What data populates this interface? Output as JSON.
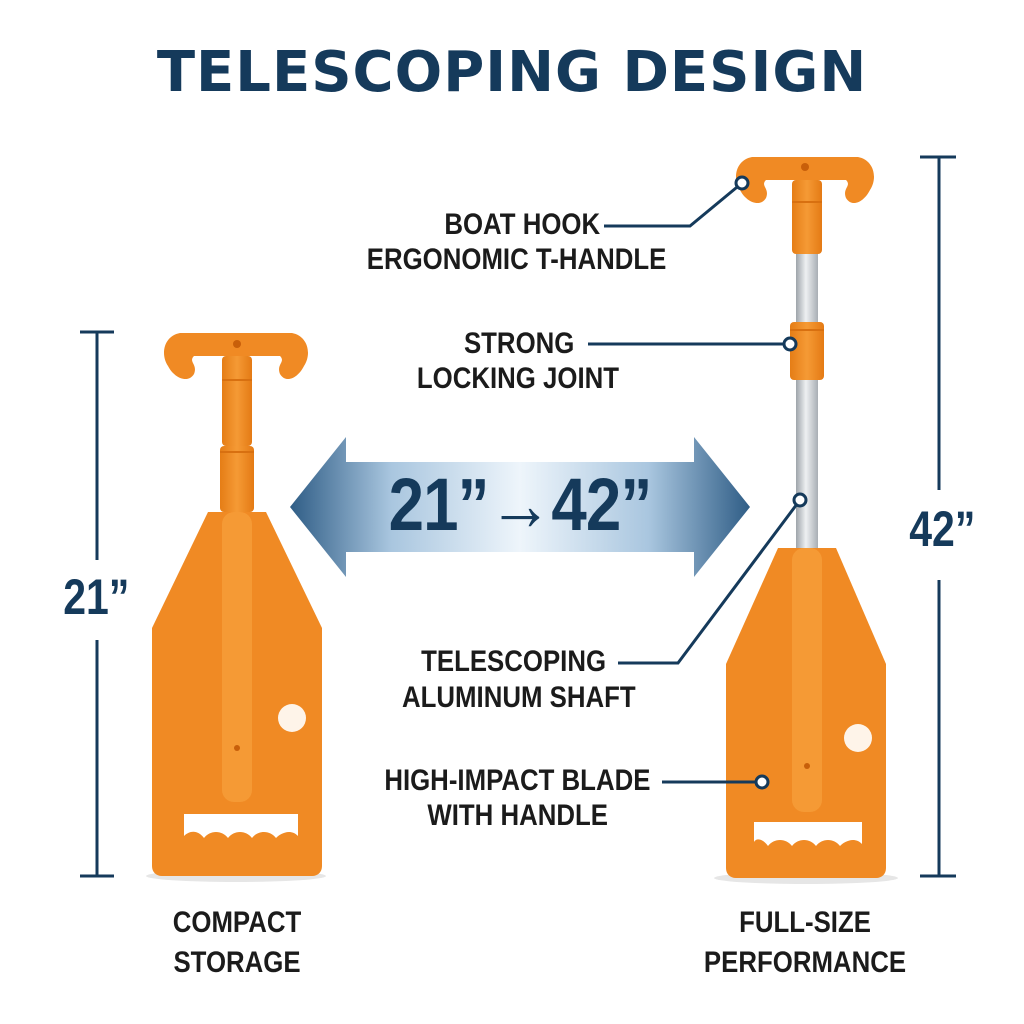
{
  "title": "TELESCOPING DESIGN",
  "range_label": "21”→42”",
  "left": {
    "dimension": "21”",
    "caption_line1": "COMPACT",
    "caption_line2": "STORAGE"
  },
  "right": {
    "dimension": "42”",
    "caption_line1": "FULL-SIZE",
    "caption_line2": "PERFORMANCE"
  },
  "callouts": {
    "handle_line1": "BOAT HOOK",
    "handle_line2": "ERGONOMIC T-HANDLE",
    "joint_line1": "STRONG",
    "joint_line2": "LOCKING JOINT",
    "shaft_line1": "TELESCOPING",
    "shaft_line2": "ALUMINUM SHAFT",
    "blade_line1": "HIGH-IMPACT BLADE",
    "blade_line2": "WITH HANDLE"
  },
  "colors": {
    "navy": "#153a5b",
    "orange": "#f08a24",
    "aluminum": "#c9cdd1"
  }
}
